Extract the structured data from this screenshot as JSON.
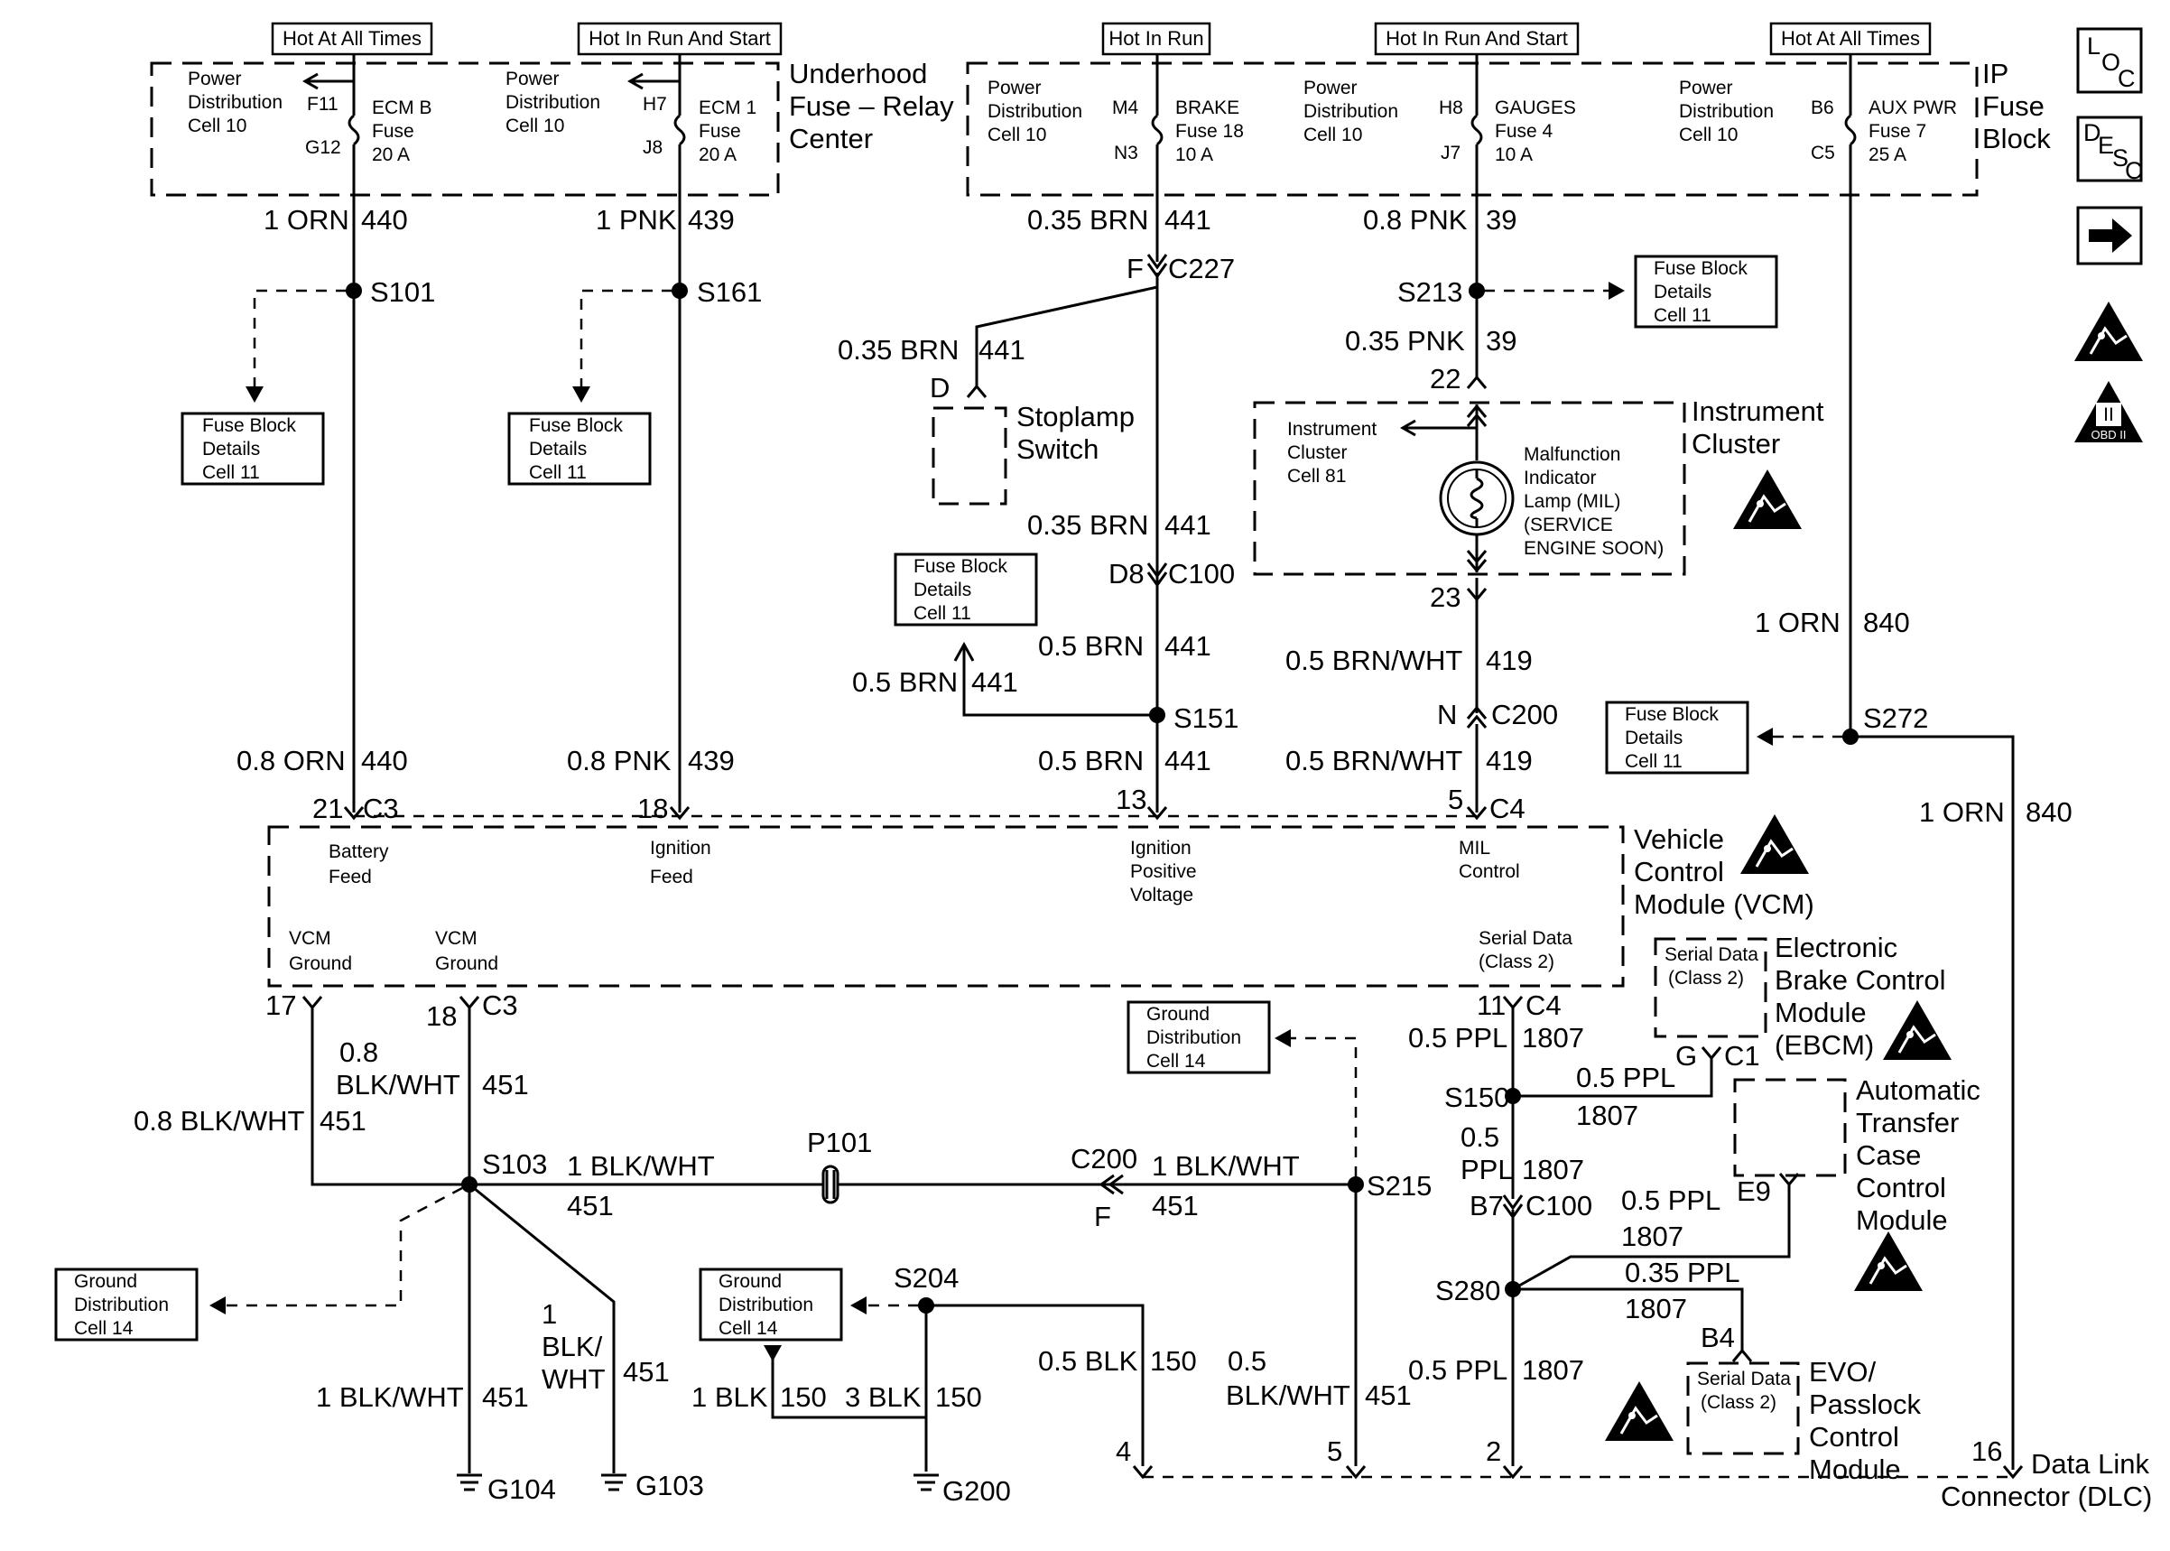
{
  "hot": [
    "Hot At All Times",
    "Hot In Run And Start",
    "Hot In Run",
    "Hot In Run And Start",
    "Hot At All Times"
  ],
  "fuse": {
    "pd": [
      "Power",
      "Distribution",
      "Cell 10"
    ],
    "ecmb": {
      "top": "F11",
      "bot": "G12",
      "name": [
        "ECM B",
        "Fuse",
        "20 A"
      ]
    },
    "ecm1": {
      "top": "H7",
      "bot": "J8",
      "name": [
        "ECM 1",
        "Fuse",
        "20 A"
      ]
    },
    "brake": {
      "top": "M4",
      "bot": "N3",
      "name": [
        "BRAKE",
        "Fuse 18",
        "10 A"
      ]
    },
    "gauges": {
      "top": "H8",
      "bot": "J7",
      "name": [
        "GAUGES",
        "Fuse 4",
        "10 A"
      ]
    },
    "aux": {
      "top": "B6",
      "bot": "C5",
      "name": [
        "AUX PWR",
        "Fuse 7",
        "25 A"
      ]
    },
    "uhc": [
      "Underhood",
      "Fuse – Relay",
      "Center"
    ],
    "ip": [
      "IP",
      "Fuse",
      "Block"
    ]
  },
  "fbd": [
    "Fuse Block",
    "Details",
    "Cell 11"
  ],
  "gnd": [
    "Ground",
    "Distribution",
    "Cell 14"
  ],
  "wires": {
    "orn1": "1 ORN",
    "w440": "440",
    "pnk1": "1 PNK",
    "w439": "439",
    "brn035": "0.35 BRN",
    "w441": "441",
    "pnk08": "0.8 PNK",
    "w39": "39",
    "pnk035": "0.35 PNK",
    "orn08": "0.8 ORN",
    "pnk08b": "0.8 PNK",
    "brn05": "0.5 BRN",
    "brnwht": "0.5 BRN/WHT",
    "w419": "419",
    "orn1b": "1 ORN",
    "w840": "840",
    "blkwht08": "0.8 BLK/WHT",
    "w451": "451",
    "w08": "0.8",
    "blkwht": "BLK/WHT",
    "blkwht1": "1 BLK/WHT",
    "w1": "1",
    "blk": "BLK/",
    "wht": "WHT",
    "blk1": "1 BLK",
    "blk3": "3 BLK",
    "w150": "150",
    "blk05": "0.5 BLK",
    "w05": "0.5",
    "ppl05": "0.5 PPL",
    "w1807": "1807",
    "ppl": "PPL",
    "ppl035": "0.35 PPL"
  },
  "splices": {
    "s101": "S101",
    "s161": "S161",
    "s213": "S213",
    "s151": "S151",
    "s272": "S272",
    "s103": "S103",
    "s215": "S215",
    "s204": "S204",
    "s150": "S150",
    "s280": "S280"
  },
  "conn": {
    "f": "F",
    "c227": "C227",
    "d": "D",
    "d8": "D8",
    "c100": "C100",
    "n": "N",
    "c200": "C200",
    "p21": "21",
    "c3": "C3",
    "p18": "18",
    "p13": "13",
    "p5": "5",
    "c4": "C4",
    "p17": "17",
    "p11": "11",
    "p22": "22",
    "p23": "23",
    "p101": "P101",
    "g": "G",
    "c1": "C1",
    "b7": "B7",
    "e9": "E9",
    "b4": "B4",
    "p4": "4",
    "p2": "2",
    "p16": "16"
  },
  "comp": {
    "stoplamp": [
      "Stoplamp",
      "Switch"
    ],
    "ic": [
      "Instrument",
      "Cluster",
      "Cell 81"
    ],
    "icname": [
      "Instrument",
      "Cluster"
    ],
    "mil": [
      "Malfunction",
      "Indicator",
      "Lamp (MIL)",
      "(SERVICE",
      "ENGINE SOON)"
    ],
    "vcm": [
      "Vehicle",
      "Control",
      "Module (VCM)"
    ],
    "batt": [
      "Battery",
      "Feed"
    ],
    "ign": [
      "Ignition",
      "Feed"
    ],
    "ipv": [
      "Ignition",
      "Positive",
      "Voltage"
    ],
    "milc": [
      "MIL",
      "Control"
    ],
    "vcmg": [
      "VCM",
      "Ground"
    ],
    "serial": [
      "Serial Data",
      "(Class 2)"
    ],
    "ebcm": [
      "Electronic",
      "Brake Control",
      "Module",
      "(EBCM)"
    ],
    "atc": [
      "Automatic",
      "Transfer",
      "Case",
      "Control",
      "Module"
    ],
    "evo": [
      "EVO/",
      "Passlock",
      "Control",
      "Module"
    ],
    "dlc": [
      "Data Link",
      "Connector (DLC)"
    ]
  },
  "grounds": {
    "g104": "G104",
    "g103": "G103",
    "g200": "G200"
  },
  "side": {
    "loc_l": "L",
    "loc_o": "O",
    "loc_c": "C",
    "desc_d": "D",
    "desc_e": "E",
    "desc_s": "S",
    "desc_c": "C",
    "obd": "OBD II",
    "obd_roman": "II"
  }
}
